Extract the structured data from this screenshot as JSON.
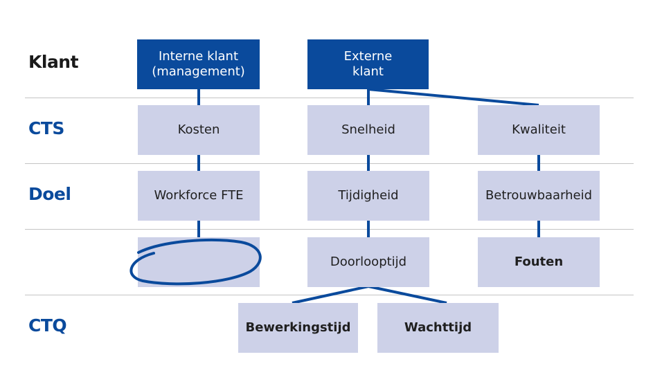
{
  "colors": {
    "dark_blue": "#0a4a9c",
    "light_box": "#cdd1e8",
    "divider": "#c4c4c4",
    "label_black": "#1a1a1a",
    "label_blue": "#0a4a9c"
  },
  "rows": {
    "klant": "Klant",
    "cts": "CTS",
    "doel": "Doel",
    "empty": "",
    "ctq": "CTQ"
  },
  "klant": {
    "intern": "Interne klant\n(management)",
    "extern": "Externe\nklant"
  },
  "cts": {
    "kosten": "Kosten",
    "snelheid": "Snelheid",
    "kwaliteit": "Kwaliteit"
  },
  "doel": {
    "workforce": "Workforce FTE",
    "tijdigheid": "Tijdigheid",
    "betrouwbaarheid": "Betrouwbaarheid"
  },
  "metrics": {
    "empty": "",
    "doorlooptijd": "Doorlooptijd",
    "fouten": "Fouten"
  },
  "ctq": {
    "bewerkingstijd": "Bewerkingstijd",
    "wachttijd": "Wachttijd"
  }
}
